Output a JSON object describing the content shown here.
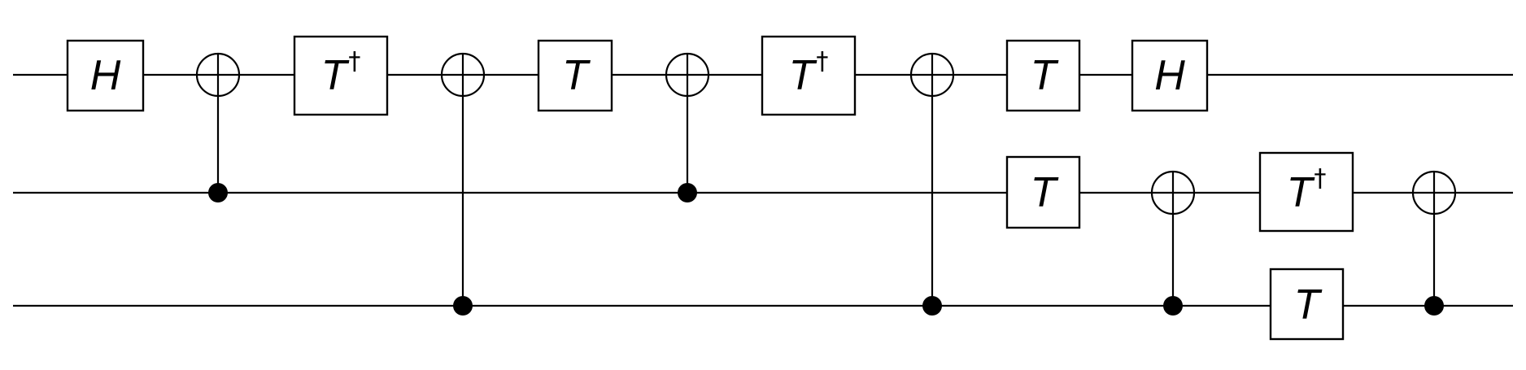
{
  "diagram": {
    "type": "quantum-circuit",
    "qubit_count": 3,
    "operations": [
      {
        "kind": "gate",
        "qubit": 0,
        "label": "H",
        "dagger": ""
      },
      {
        "kind": "cnot",
        "target": 0,
        "control": 1
      },
      {
        "kind": "gate",
        "qubit": 0,
        "label": "T",
        "dagger": "†"
      },
      {
        "kind": "cnot",
        "target": 0,
        "control": 2
      },
      {
        "kind": "gate",
        "qubit": 0,
        "label": "T",
        "dagger": ""
      },
      {
        "kind": "cnot",
        "target": 0,
        "control": 1
      },
      {
        "kind": "gate",
        "qubit": 0,
        "label": "T",
        "dagger": "†"
      },
      {
        "kind": "cnot",
        "target": 0,
        "control": 2
      },
      {
        "kind": "gate",
        "qubit": 0,
        "label": "T",
        "dagger": ""
      },
      {
        "kind": "gate",
        "qubit": 1,
        "label": "T",
        "dagger": ""
      },
      {
        "kind": "gate",
        "qubit": 0,
        "label": "H",
        "dagger": ""
      },
      {
        "kind": "cnot",
        "target": 1,
        "control": 2
      },
      {
        "kind": "gate",
        "qubit": 1,
        "label": "T",
        "dagger": "†"
      },
      {
        "kind": "gate",
        "qubit": 2,
        "label": "T",
        "dagger": ""
      },
      {
        "kind": "cnot",
        "target": 1,
        "control": 2
      }
    ]
  },
  "colors": {
    "ink": "#000000",
    "background": "#ffffff"
  }
}
